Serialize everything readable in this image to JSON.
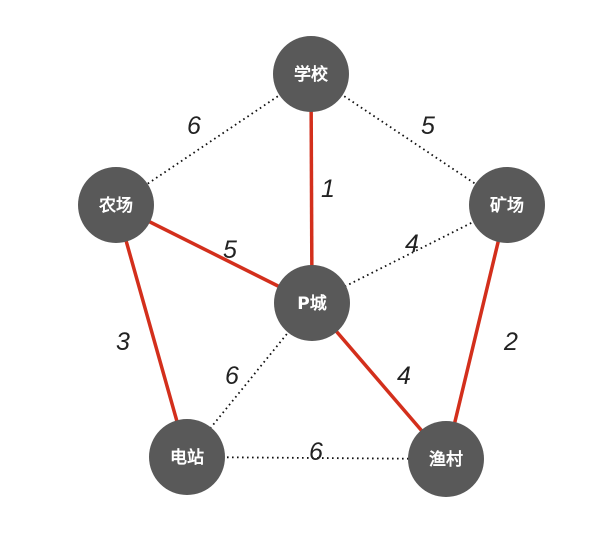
{
  "colors": {
    "node_fill": "#595959",
    "node_text": "#ffffff",
    "selected_edge": "#d32f1c",
    "normal_edge": "#111111",
    "weight_text": "#222222",
    "background": "#ffffff"
  },
  "nodes": [
    {
      "id": "school",
      "label": "学校"
    },
    {
      "id": "farm",
      "label": "农场"
    },
    {
      "id": "mine",
      "label": "矿场"
    },
    {
      "id": "pcity",
      "label": "P城"
    },
    {
      "id": "station",
      "label": "电站"
    },
    {
      "id": "village",
      "label": "渔村"
    }
  ],
  "edges": [
    {
      "id": "school-farm",
      "from": "school",
      "to": "farm",
      "weight": "6",
      "selected": false
    },
    {
      "id": "school-mine",
      "from": "school",
      "to": "mine",
      "weight": "5",
      "selected": false
    },
    {
      "id": "school-pcity",
      "from": "school",
      "to": "pcity",
      "weight": "1",
      "selected": true
    },
    {
      "id": "farm-pcity",
      "from": "farm",
      "to": "pcity",
      "weight": "5",
      "selected": true
    },
    {
      "id": "mine-pcity",
      "from": "mine",
      "to": "pcity",
      "weight": "4",
      "selected": false
    },
    {
      "id": "farm-station",
      "from": "farm",
      "to": "station",
      "weight": "3",
      "selected": true
    },
    {
      "id": "mine-village",
      "from": "mine",
      "to": "village",
      "weight": "2",
      "selected": true
    },
    {
      "id": "pcity-station",
      "from": "pcity",
      "to": "station",
      "weight": "6",
      "selected": false
    },
    {
      "id": "pcity-village",
      "from": "pcity",
      "to": "village",
      "weight": "4",
      "selected": true
    },
    {
      "id": "station-village",
      "from": "station",
      "to": "village",
      "weight": "6",
      "selected": false
    }
  ]
}
